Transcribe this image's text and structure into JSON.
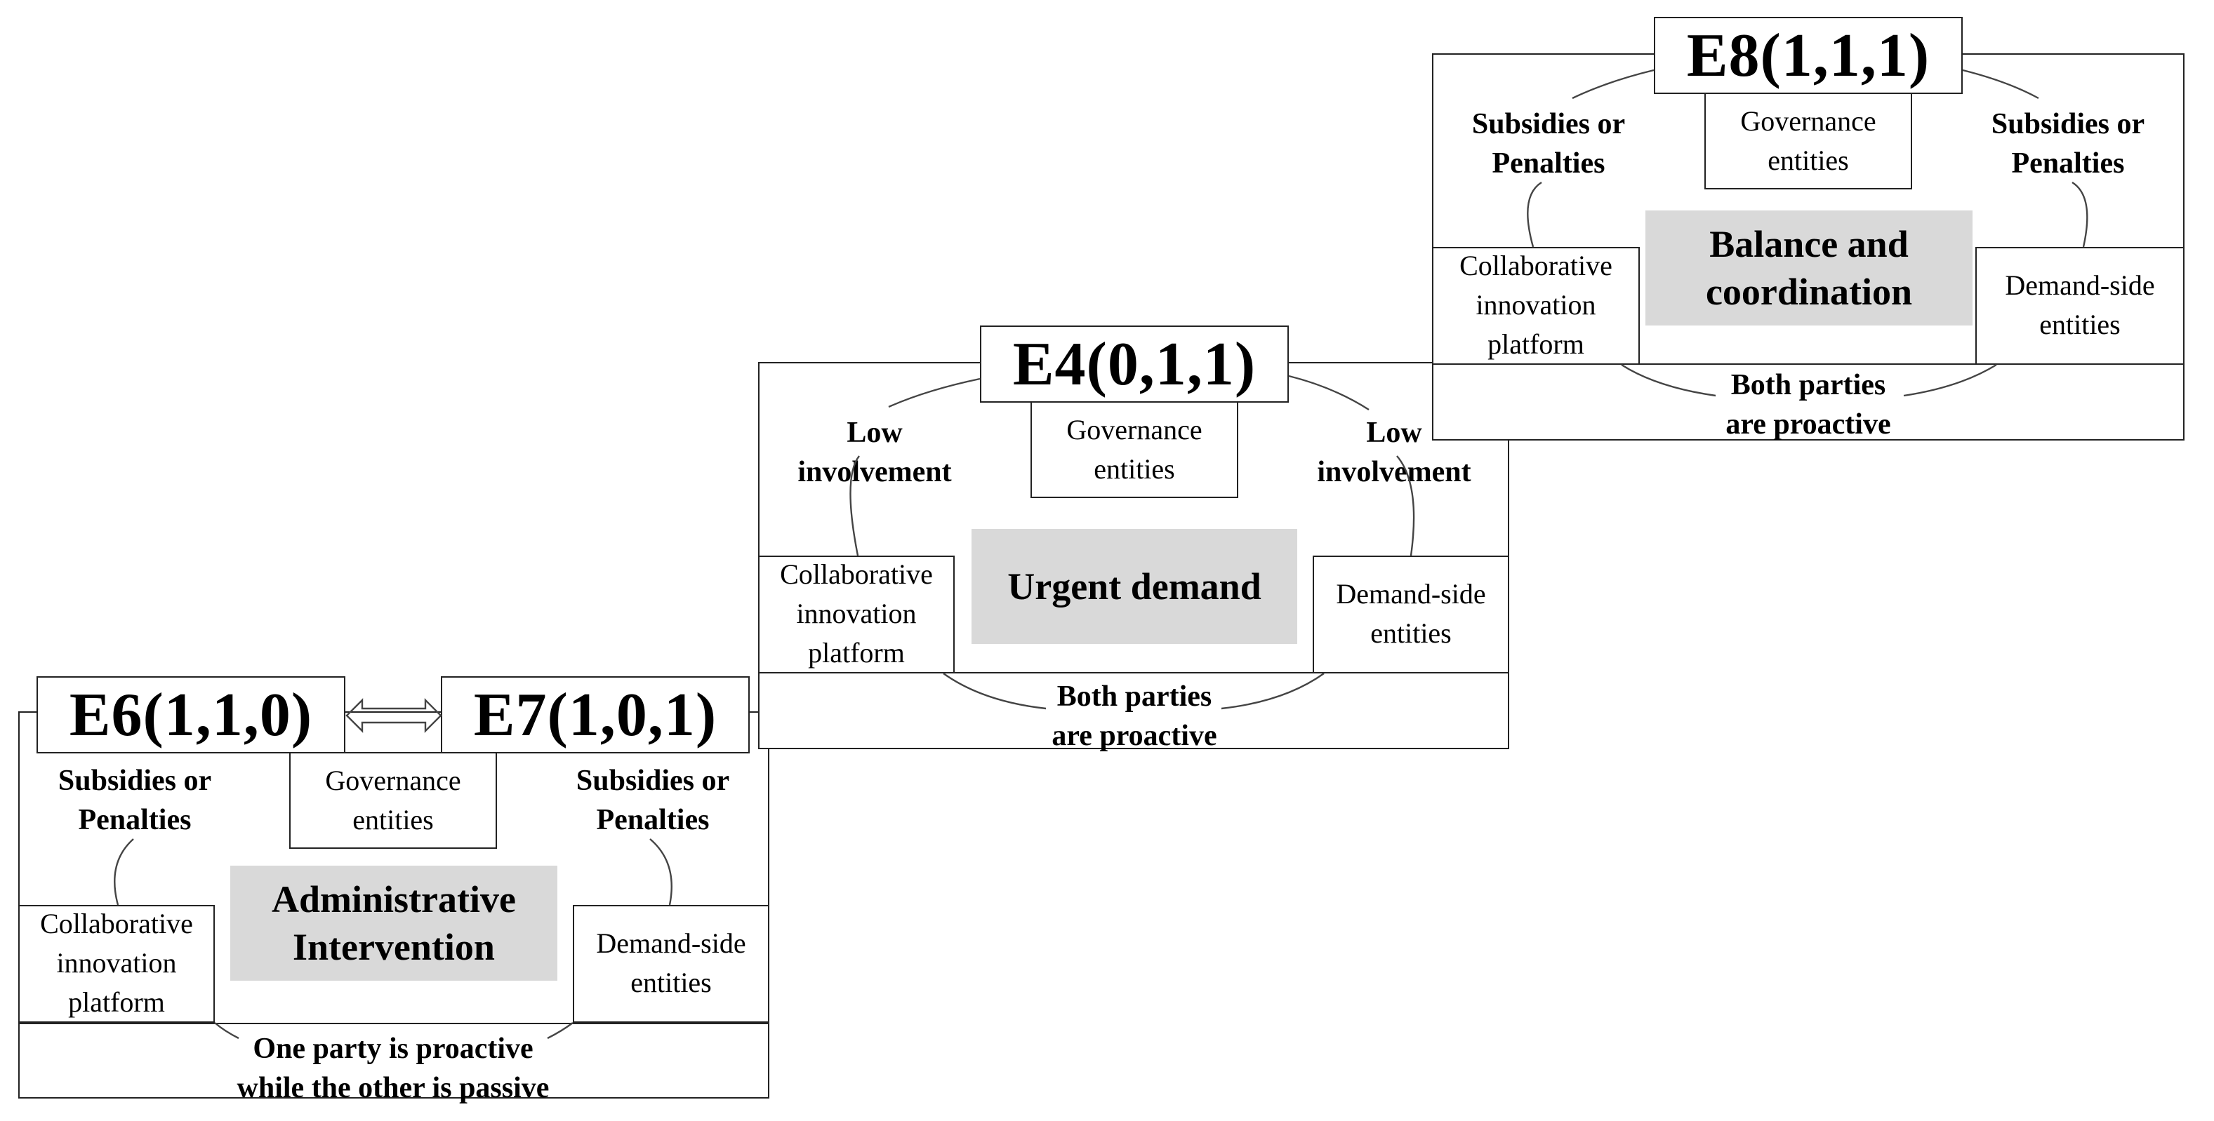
{
  "node_labels": {
    "governance": "Governance\nentities",
    "platform": "Collaborative\ninnovation\nplatform",
    "demand": "Demand-side\nentities"
  },
  "panels": {
    "left": {
      "titles": [
        "E6(1,1,0)",
        "E7(1,0,1)"
      ],
      "center": "Administrative\nIntervention",
      "left_link": "Subsidies or\nPenalties",
      "right_link": "Subsidies or\nPenalties",
      "bottom_link": "One party is proactive\nwhile the other is passive"
    },
    "middle": {
      "title": "E4(0,1,1)",
      "center": "Urgent demand",
      "left_link": "Low\ninvolvement",
      "right_link": "Low\ninvolvement",
      "bottom_link": "Both parties\nare proactive"
    },
    "right": {
      "title": "E8(1,1,1)",
      "center": "Balance and\ncoordination",
      "left_link": "Subsidies or\nPenalties",
      "right_link": "Subsidies or\nPenalties",
      "bottom_link": "Both parties\nare proactive"
    }
  },
  "colors": {
    "center_fill": "#d9d9d9",
    "line": "#222222"
  }
}
